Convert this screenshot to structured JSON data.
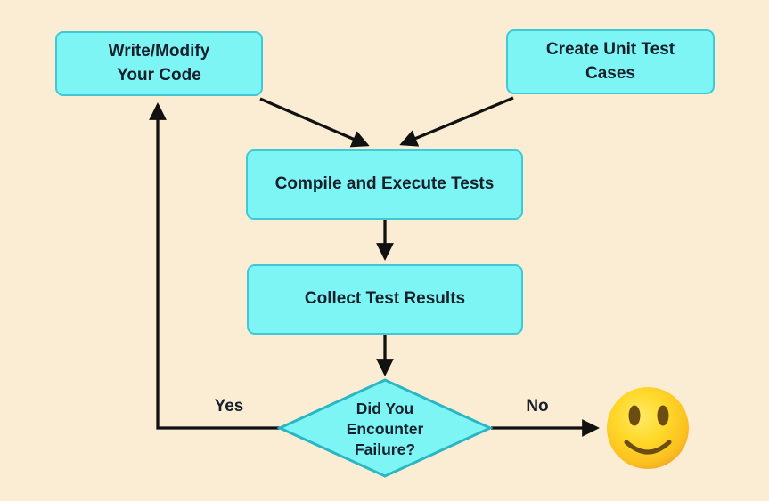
{
  "colors": {
    "background": "#FBEDD3",
    "node_fill": "#7EF5F5",
    "node_border": "#3FC9D6",
    "diamond_border": "#2AB6C5",
    "arrow": "#111111",
    "text": "#15202B",
    "emoji_features": "#6B4D12"
  },
  "nodes": {
    "write_modify_code": {
      "label": "Write/Modify\nYour Code"
    },
    "create_unit_tests": {
      "label": "Create Unit Test\nCases"
    },
    "compile_execute": {
      "label": "Compile and Execute Tests"
    },
    "collect_results": {
      "label": "Collect Test Results"
    },
    "decision": {
      "label": "Did You\nEncounter\nFailure?"
    }
  },
  "edges": {
    "yes_label": "Yes",
    "no_label": "No"
  },
  "icons": {
    "success": "slightly-smiling-face-emoji"
  }
}
